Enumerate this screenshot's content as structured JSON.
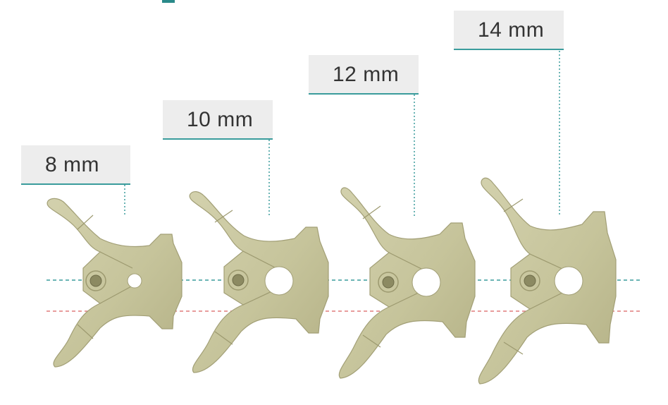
{
  "labels": {
    "size_8": "8 mm",
    "size_10": "10 mm",
    "size_12": "12 mm",
    "size_14": "14 mm"
  },
  "colors": {
    "part_fill": "#c9c7a0",
    "part_shadow": "#a9a67c",
    "part_highlight": "#e0ded0",
    "hole_fill": "#ffffff",
    "pin_fill": "#8c8a62",
    "label_bg": "#ededed",
    "label_text": "#333333",
    "teal_line": "#3a9c9c",
    "red_line": "#e07b7b"
  }
}
